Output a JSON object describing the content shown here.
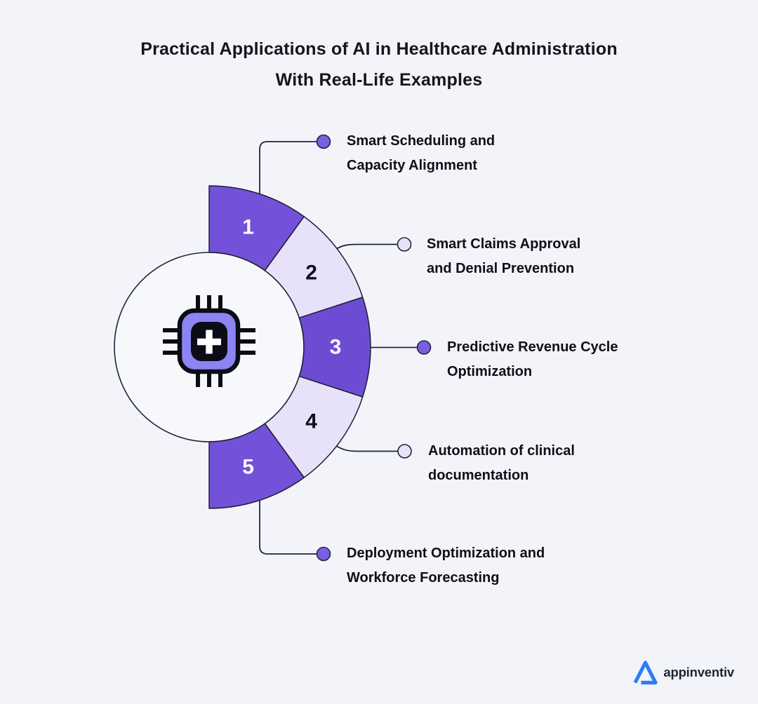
{
  "title": {
    "line1": "Practical Applications of AI in Healthcare Administration",
    "line2": "With Real-Life Examples"
  },
  "diagram": {
    "center_icon": "ai-chip-plus-icon",
    "segments": [
      {
        "number": "1",
        "number_color": "#ffffff",
        "color": "#7351d8",
        "dot_color": "#7a60e0",
        "label_line1": "Smart Scheduling and",
        "label_line2": "Capacity Alignment"
      },
      {
        "number": "2",
        "number_color": "#101019",
        "color": "#e7e2fa",
        "dot_color": "#e7e2fa",
        "label_line1": "Smart Claims Approval",
        "label_line2": "and Denial Prevention"
      },
      {
        "number": "3",
        "number_color": "#ffffff",
        "color": "#6d4cd3",
        "dot_color": "#7a60e0",
        "label_line1": "Predictive Revenue Cycle",
        "label_line2": "Optimization"
      },
      {
        "number": "4",
        "number_color": "#101019",
        "color": "#e7e2fa",
        "dot_color": "#e7e2fa",
        "label_line1": "Automation of clinical",
        "label_line2": "documentation"
      },
      {
        "number": "5",
        "number_color": "#ffffff",
        "color": "#7351d8",
        "dot_color": "#7a60e0",
        "label_line1": "Deployment Optimization and",
        "label_line2": "Workforce Forecasting"
      }
    ],
    "colors": {
      "background": "#f3f4fa",
      "segment_purple": "#7351d8",
      "segment_purple_deep": "#6d4cd3",
      "segment_lavender": "#e7e2fa",
      "outline_dark": "#23233b",
      "chip_body": "#8d84f4",
      "chip_dark": "#0c0c16",
      "circle_fill": "#f7f8fc"
    }
  },
  "branding": {
    "logo_text": "appinventiv",
    "logo_icon": "triangle-a-icon",
    "logo_color": "#2e7cf6",
    "logo_text_color": "#1c2633"
  }
}
